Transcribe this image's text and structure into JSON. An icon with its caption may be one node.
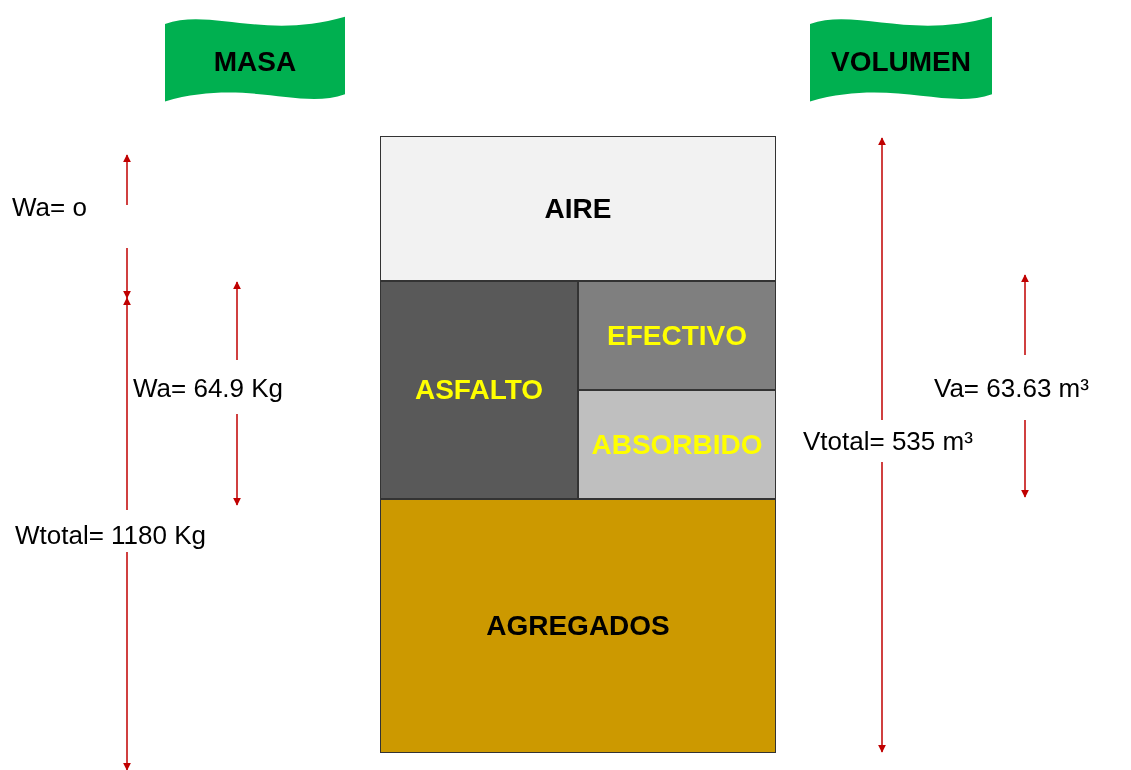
{
  "diagram": {
    "nodes": [
      {
        "text": [
          "MASA"
        ]
      },
      {
        "text": [
          "VOLUMEN"
        ]
      },
      {
        "text": [
          "AIRE"
        ]
      },
      {
        "text": [
          "ASFALTO"
        ]
      },
      {
        "text": [
          "EFECTIVO"
        ]
      },
      {
        "text": [
          "ABSORBIDO"
        ]
      },
      {
        "text": [
          "AGREGADOS"
        ]
      }
    ],
    "labels": [
      "Wa= o",
      "Wa= 64.9 Kg",
      "Va= 63.63 m³",
      "Vtotal= 535 m³",
      "Wtotal= 1180 Kg"
    ]
  }
}
